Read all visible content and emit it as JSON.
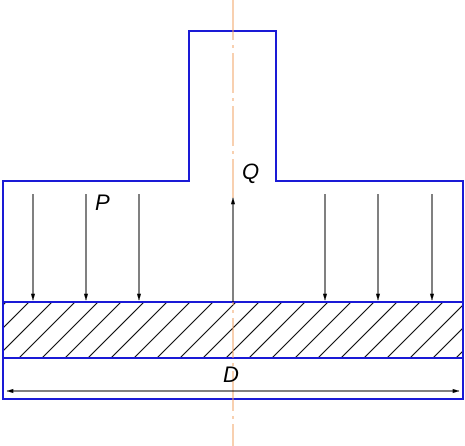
{
  "labels": {
    "pressure": "P",
    "force": "Q",
    "diameter": "D"
  },
  "colors": {
    "outline": "#1a1ad6",
    "axis": "#f0a060",
    "hatch": "#000000",
    "arrows": "#000000"
  }
}
